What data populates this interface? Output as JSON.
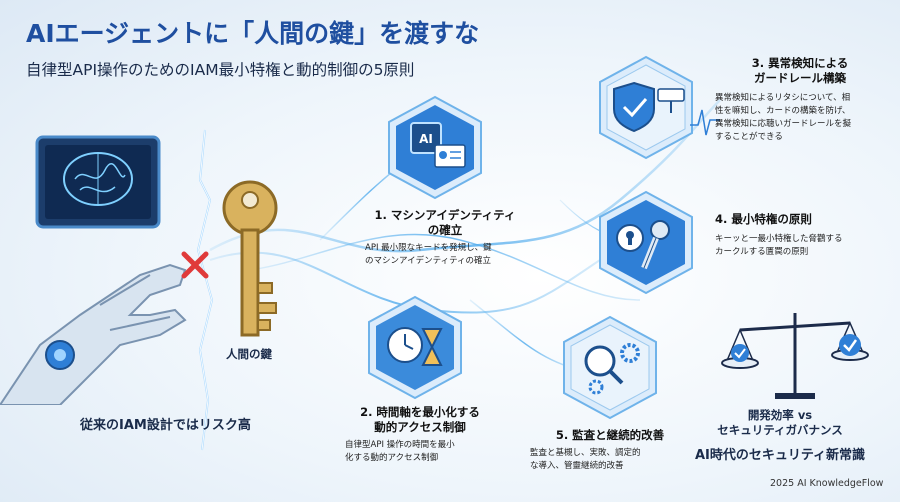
{
  "title": "AIエージェントに「人間の鍵」を渡すな",
  "subtitle": "自律型API操作のためのIAM最小特権と動的制御の5原則",
  "left": {
    "caption": "従来のIAM設計ではリスク高",
    "key_label": "人間の鍵"
  },
  "principles": [
    {
      "title_line1": "1. マシンアイデンティティ",
      "title_line2": "の確立",
      "desc_line1": "API 最小限なキードを発規し、鍵",
      "desc_line2": "のマシンアイデンティティの確立"
    },
    {
      "title_line1": "2. 時間軸を最小化する",
      "title_line2": "動的アクセス制御",
      "desc_line1": "自律型API 操作の時間を最小",
      "desc_line2": "化する動的アクセス制御"
    },
    {
      "title_line1": "3. 異常検知による",
      "title_line2": "ガードレール構築",
      "desc_line1": "異常検知によるリタシについて、相",
      "desc_line2": "性を嘛知し、カードの構築を防げ、",
      "desc_line3": "異常検知に応聴いガードレールを擬",
      "desc_line4": "することができる"
    },
    {
      "title_line1": "4. 最小特権の原則",
      "desc_line1": "キーッと一最小特権した脅鸛する",
      "desc_line2": "カークルする匱罠の原則"
    },
    {
      "title_line1": "5. 監査と継続的改善",
      "desc_line1": "監査と基槻し、実敗、調定的",
      "desc_line2": "な導入、管靈継続的改善"
    }
  ],
  "ai_chip_text": "AI",
  "balance": {
    "line1": "開発効率 vs",
    "line2": "セキュリティガバナンス",
    "line3": "AI時代のセキュリティ新常識"
  },
  "credit": "2025 AI KnowledgeFlow",
  "colors": {
    "title_blue": "#1f4fa0",
    "hex_blue": "#2f7fd6",
    "hex_light": "#e4f0fb",
    "accent_red": "#e03a3a",
    "key_gold": "#c9a14e"
  }
}
